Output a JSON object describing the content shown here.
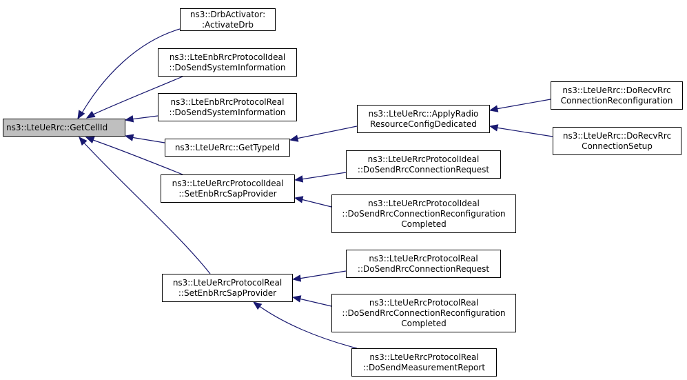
{
  "graph": {
    "root": {
      "lines": [
        "ns3::LteUeRrc::GetCellId"
      ]
    },
    "callers": [
      {
        "lines": [
          "ns3::DrbActivator:",
          ":ActivateDrb"
        ]
      },
      {
        "lines": [
          "ns3::LteEnbRrcProtocolIdeal",
          "::DoSendSystemInformation"
        ]
      },
      {
        "lines": [
          "ns3::LteEnbRrcProtocolReal",
          "::DoSendSystemInformation"
        ]
      },
      {
        "lines": [
          "ns3::LteUeRrc::GetTypeId"
        ]
      },
      {
        "lines": [
          "ns3::LteUeRrcProtocolIdeal",
          "::SetEnbRrcSapProvider"
        ]
      },
      {
        "lines": [
          "ns3::LteUeRrcProtocolReal",
          "::SetEnbRrcSapProvider"
        ]
      },
      {
        "lines": [
          "ns3::LteUeRrc::ApplyRadio",
          "ResourceConfigDedicated"
        ]
      },
      {
        "lines": [
          "ns3::LteUeRrc::DoRecvRrc",
          "ConnectionReconfiguration"
        ]
      },
      {
        "lines": [
          "ns3::LteUeRrc::DoRecvRrc",
          "ConnectionSetup"
        ]
      },
      {
        "lines": [
          "ns3::LteUeRrcProtocolIdeal",
          "::DoSendRrcConnectionRequest"
        ]
      },
      {
        "lines": [
          "ns3::LteUeRrcProtocolIdeal",
          "::DoSendRrcConnectionReconfiguration",
          "Completed"
        ]
      },
      {
        "lines": [
          "ns3::LteUeRrcProtocolReal",
          "::DoSendRrcConnectionRequest"
        ]
      },
      {
        "lines": [
          "ns3::LteUeRrcProtocolReal",
          "::DoSendRrcConnectionReconfiguration",
          "Completed"
        ]
      },
      {
        "lines": [
          "ns3::LteUeRrcProtocolReal",
          "::DoSendMeasurementReport"
        ]
      }
    ],
    "edge_color": "#191970"
  }
}
